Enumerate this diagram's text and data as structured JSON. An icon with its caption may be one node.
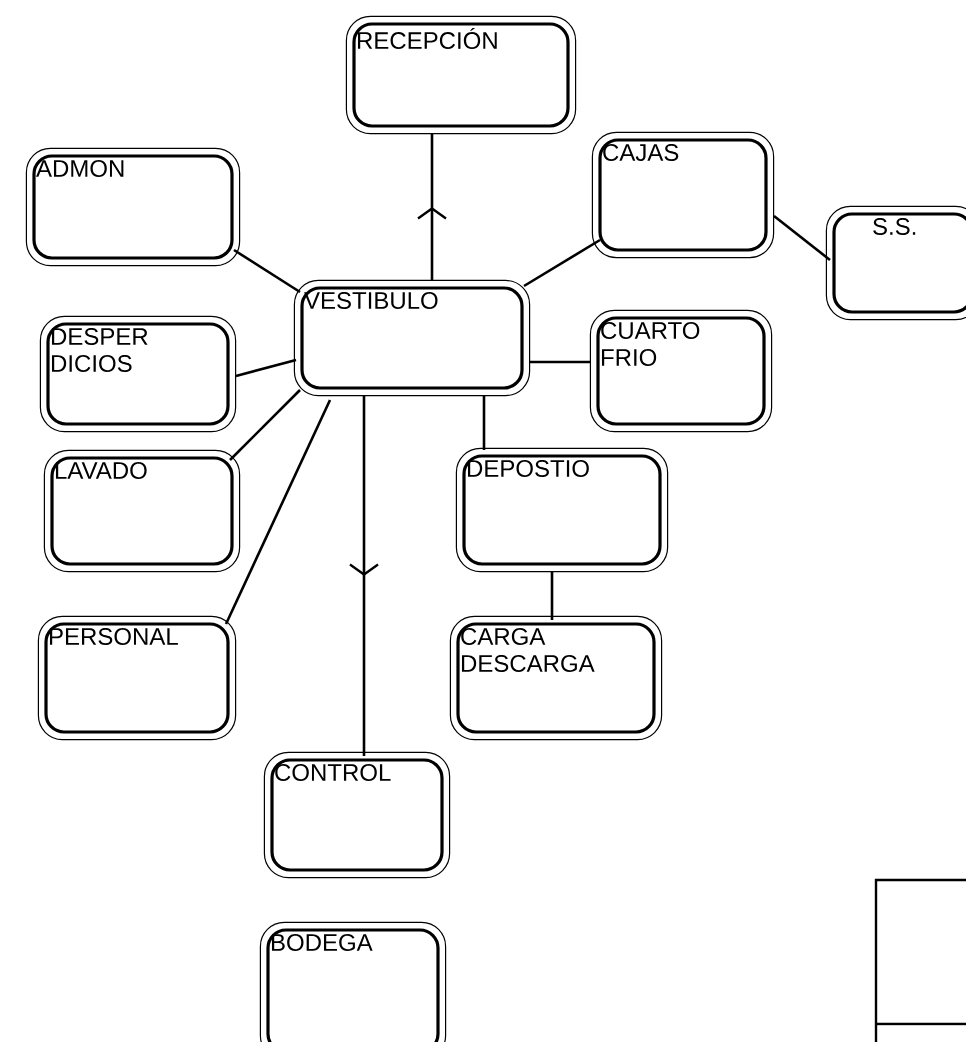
{
  "diagram": {
    "nodes": [
      {
        "text": [
          "RECEPCIÓN"
        ]
      },
      {
        "text": [
          "ADMON"
        ]
      },
      {
        "text": [
          "CAJAS"
        ]
      },
      {
        "text": [
          "S.S."
        ]
      },
      {
        "text": [
          "VESTIBULO"
        ]
      },
      {
        "text": [
          "DESPER DICIOS"
        ]
      },
      {
        "text": [
          "CUARTO FRIO"
        ]
      },
      {
        "text": [
          "LAVADO"
        ]
      },
      {
        "text": [
          "DEPOSTIO"
        ]
      },
      {
        "text": [
          "PERSONAL"
        ]
      },
      {
        "text": [
          "CARGA DESCARGA"
        ]
      },
      {
        "text": [
          "CONTROL"
        ]
      },
      {
        "text": [
          "BODEGA"
        ]
      }
    ],
    "edges": [
      {
        "from": 4,
        "to": 0,
        "arrow": "to"
      },
      {
        "from": 4,
        "to": 1,
        "arrow": "none"
      },
      {
        "from": 4,
        "to": 2,
        "arrow": "none"
      },
      {
        "from": 2,
        "to": 3,
        "arrow": "none"
      },
      {
        "from": 4,
        "to": 5,
        "arrow": "none"
      },
      {
        "from": 4,
        "to": 6,
        "arrow": "none"
      },
      {
        "from": 4,
        "to": 7,
        "arrow": "none"
      },
      {
        "from": 4,
        "to": 9,
        "arrow": "none"
      },
      {
        "from": 4,
        "to": 11,
        "arrow": "to"
      },
      {
        "from": 4,
        "to": 8,
        "arrow": "none"
      },
      {
        "from": 8,
        "to": 10,
        "arrow": "none"
      }
    ]
  }
}
